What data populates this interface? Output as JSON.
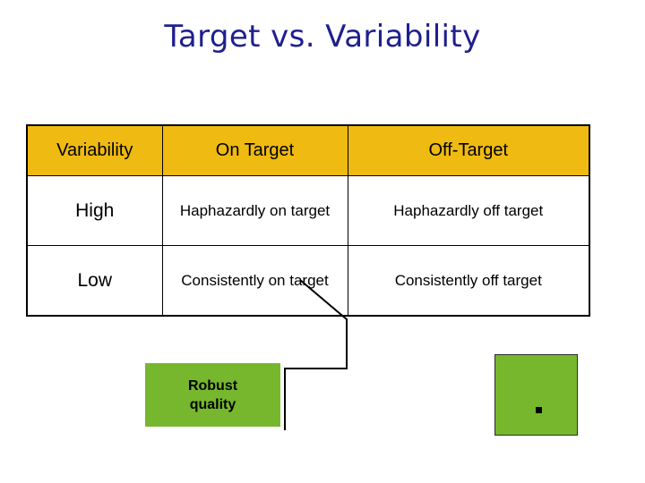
{
  "slide": {
    "title": "Target vs. Variability",
    "title_color": "#1f1f8f",
    "background_color": "#ffffff"
  },
  "matrix": {
    "header_bg": "#efba11",
    "border_color": "#000000",
    "columns": [
      {
        "label": "Variability"
      },
      {
        "label": "On Target"
      },
      {
        "label": "Off-Target"
      }
    ],
    "rows": [
      {
        "label": "High",
        "on_target": "Haphazardly on target",
        "off_target": "Haphazardly off target"
      },
      {
        "label": "Low",
        "on_target": "Consistently on target",
        "off_target": "Consistently off target"
      }
    ]
  },
  "callouts": {
    "robust": {
      "line1": "Robust",
      "line2": "quality",
      "fill_color": "#76b72e"
    },
    "plain": {
      "fill_color": "#76b72e",
      "border_color": "#2b2b2b",
      "marker": "."
    }
  }
}
